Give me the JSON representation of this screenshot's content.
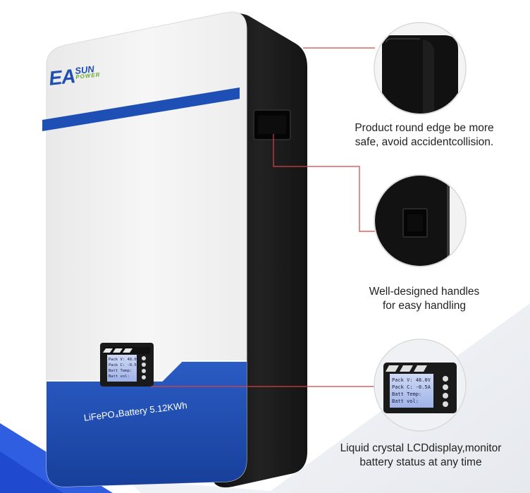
{
  "brand": {
    "logo_main": "EA",
    "logo_sun": "SUN",
    "logo_power": "POWER"
  },
  "product": {
    "label": "LiFePO₄Battery 5.12KWh"
  },
  "lcd": {
    "lines": [
      "Pack V: 48.0V",
      "Pack C: -0.5A",
      "Batt Temp:",
      "Batt vol:"
    ]
  },
  "callouts": [
    {
      "lines": [
        "Product round edge be more",
        "safe, avoid accidentcollision."
      ]
    },
    {
      "lines": [
        "Well-designed handles",
        "for easy handling"
      ]
    },
    {
      "lines": [
        "Liquid crystal LCDdisplay,monitor",
        "battery status at any time"
      ]
    }
  ],
  "colors": {
    "accent_blue": "#1e4fb4",
    "panel_white": "#f2f2f2",
    "case_black": "#161616",
    "leader_red": "#d94040",
    "brand_green": "#6aa832"
  }
}
